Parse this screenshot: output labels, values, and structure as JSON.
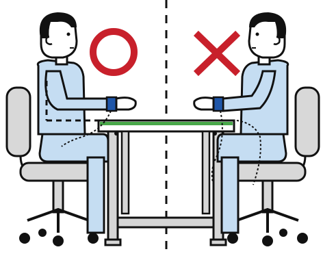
{
  "illustration": {
    "left_panel": {
      "mark": "circle",
      "verdict": "correct"
    },
    "right_panel": {
      "mark": "cross",
      "verdict": "incorrect"
    },
    "colors": {
      "mark_red": "#c8202b",
      "shirt_blue": "#c5ddf2",
      "outline": "#111111",
      "seat_gray": "#d8d8d8",
      "table_top_green": "#49a84a",
      "table_gray": "#d6d6d6",
      "cuff_blue": "#1f56a8",
      "skin": "#ffffff",
      "hair": "#111111"
    },
    "icons": [
      "circle-mark-icon",
      "cross-mark-icon",
      "person-seated-icon",
      "office-chair-icon",
      "table-icon",
      "blood-pressure-cuff-icon"
    ]
  }
}
